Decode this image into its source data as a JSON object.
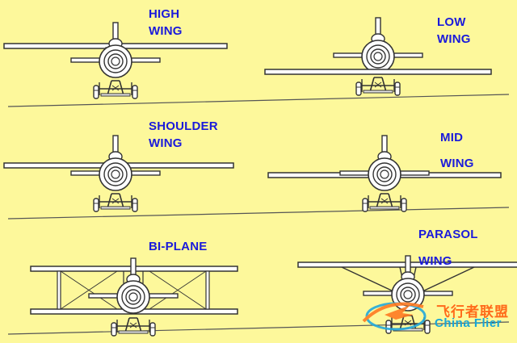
{
  "diagram": {
    "labels": {
      "high_wing": [
        "HIGH",
        "WING"
      ],
      "low_wing": [
        "LOW",
        "WING"
      ],
      "shoulder_wing": [
        "SHOULDER",
        "WING"
      ],
      "mid_wing": [
        "MID",
        "WING"
      ],
      "bi_plane": [
        "BI-PLANE"
      ],
      "parasol_wing": [
        "PARASOL",
        "WING"
      ]
    },
    "colors": {
      "background": "#fdf89b",
      "label": "#1a1adb",
      "outline": "#333333",
      "ground": "#555555"
    }
  },
  "watermark": {
    "chinese": "飞行者联盟",
    "english": "China Flier",
    "logo_icon": "plane-swoosh-icon"
  }
}
